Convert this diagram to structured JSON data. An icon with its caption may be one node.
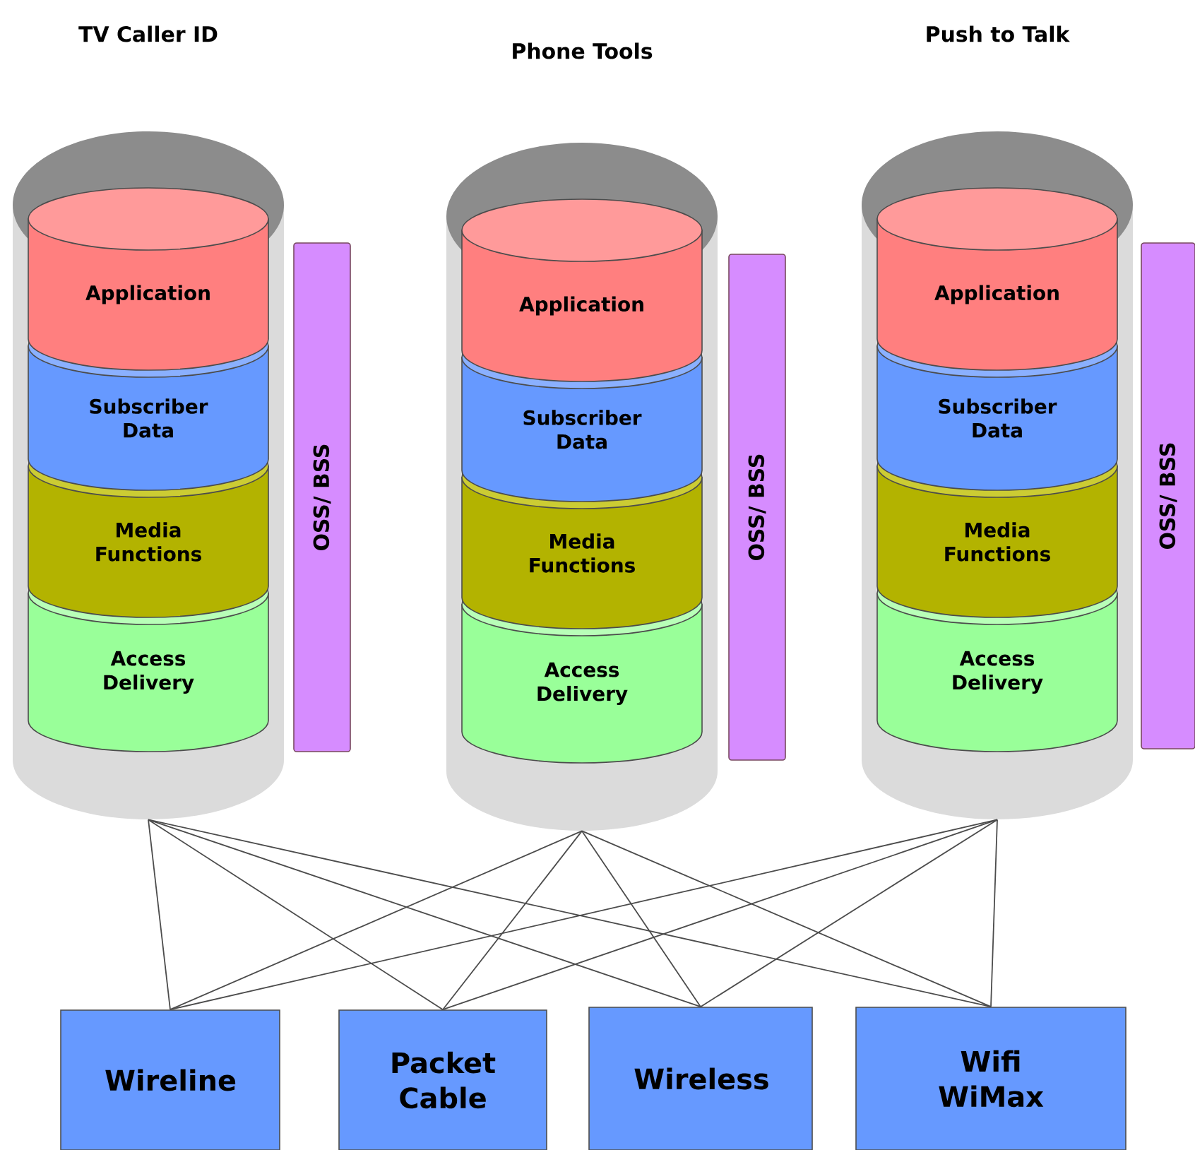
{
  "diagram": {
    "nodes": [
      {
        "text": [
          "TV Caller ID"
        ]
      },
      {
        "text": [
          "Application"
        ],
        "in": 0
      },
      {
        "text": [
          "Subscriber Data"
        ],
        "in": 0
      },
      {
        "text": [
          "Media Functions"
        ],
        "in": 0
      },
      {
        "text": [
          "Access Delivery"
        ],
        "in": 0
      },
      {
        "text": [
          "OSS/ BSS"
        ]
      },
      {
        "text": [
          "Phone Tools"
        ]
      },
      {
        "text": [
          "Application"
        ],
        "in": 6
      },
      {
        "text": [
          "Subscriber Data"
        ],
        "in": 6
      },
      {
        "text": [
          "Media Functions"
        ],
        "in": 6
      },
      {
        "text": [
          "Access Delivery"
        ],
        "in": 6
      },
      {
        "text": [
          "OSS/ BSS"
        ]
      },
      {
        "text": [
          "Push to Talk"
        ]
      },
      {
        "text": [
          "Application"
        ],
        "in": 12
      },
      {
        "text": [
          "Subscriber Data"
        ],
        "in": 12
      },
      {
        "text": [
          "Media Functions"
        ],
        "in": 12
      },
      {
        "text": [
          "Access Delivery"
        ],
        "in": 12
      },
      {
        "text": [
          "OSS/ BSS"
        ]
      },
      {
        "text": [
          "Wireline"
        ]
      },
      {
        "text": [
          "Packet Cable"
        ]
      },
      {
        "text": [
          "Wireless"
        ]
      },
      {
        "text": [
          "Wifi WiMax"
        ]
      }
    ],
    "edges": [
      {
        "from": 0,
        "to": 18,
        "arrow": "none"
      },
      {
        "from": 0,
        "to": 19,
        "arrow": "none"
      },
      {
        "from": 0,
        "to": 20,
        "arrow": "none"
      },
      {
        "from": 0,
        "to": 21,
        "arrow": "none"
      },
      {
        "from": 6,
        "to": 18,
        "arrow": "none"
      },
      {
        "from": 6,
        "to": 19,
        "arrow": "none"
      },
      {
        "from": 6,
        "to": 20,
        "arrow": "none"
      },
      {
        "from": 6,
        "to": 21,
        "arrow": "none"
      },
      {
        "from": 12,
        "to": 18,
        "arrow": "none"
      },
      {
        "from": 12,
        "to": 19,
        "arrow": "none"
      },
      {
        "from": 12,
        "to": 20,
        "arrow": "none"
      },
      {
        "from": 12,
        "to": 21,
        "arrow": "none"
      }
    ]
  }
}
